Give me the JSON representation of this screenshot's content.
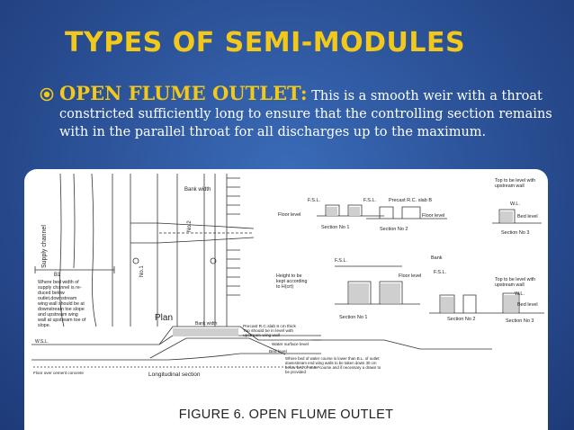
{
  "slide": {
    "title": "TYPES OF SEMI-MODULES",
    "bullet_icon": "circle-bullet-icon",
    "heading": "OPEN FLUME OUTLET:",
    "body": " This is a smooth weir with a throat constricted sufficiently long to ensure that the controlling section remains with in the parallel throat for all discharges up to the maximum.",
    "colors": {
      "title": "#f2c81a",
      "background": "#2a4f94",
      "text": "#ffffff"
    }
  },
  "figure": {
    "caption": "FIGURE 6. OPEN FLUME OUTLET",
    "labels": {
      "supply_channel": "Supply channel",
      "bank_width": "Bank width",
      "no2": "No.2",
      "no1": "No.1",
      "plan": "Plan",
      "b1": "B1",
      "b1_note": [
        "Where bed width of",
        "supply channel is re-",
        "duced below",
        "outlet,downstream",
        "wing wall should be at",
        "downstream toe slope",
        "and upstream wing",
        "wall at upstream toe of",
        "slope."
      ],
      "fsl": "F.S.L.",
      "precast_slab": "Precast R.C. slab B",
      "floor_level": "Floor level",
      "section_no1": "Section No 1",
      "section_no2": "Section No 2",
      "section_no3": "Section No 3",
      "top_level_upstream": [
        "Top to be level with",
        "upstream wall"
      ],
      "wl": "W.L.",
      "bed_level": "Bed level",
      "bank": "Bank",
      "height_note": [
        "Height to be",
        "kept according",
        "to  H(crt)"
      ],
      "longitudinal_section": "Longitudinal section",
      "precast_note": [
        "Precast R.C.slab 8 cm thick",
        "Top should be in level with",
        "upstream wing wall"
      ],
      "water_surface_level": "Water surface level",
      "where_bed_note": [
        "Where bed of water course is lower than B.L. of outlet",
        "downstream end wing walls to be taken down 30 cm",
        "below bed of water course and if necessary a drawn to",
        "be provided"
      ],
      "floor_note": "Floor over cement concrete",
      "wsl": "W.S.L."
    }
  }
}
